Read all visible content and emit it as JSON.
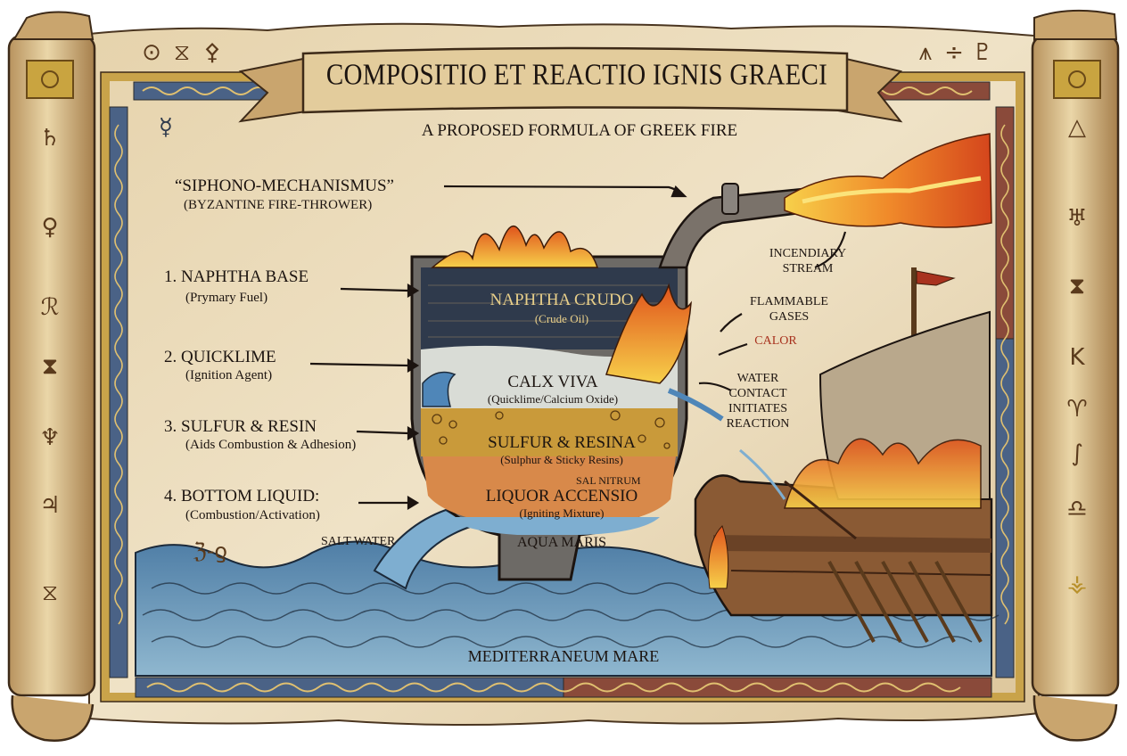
{
  "header": {
    "title": "COMPOSITIO ET REACTIO IGNIS GRAECI",
    "subtitle": "A PROPOSED FORMULA OF GREEK FIRE"
  },
  "siphon_label": {
    "main": "“SIPHONO-MECHANISMUS”",
    "sub": "(BYZANTINE FIRE-THROWER)"
  },
  "ingredients": [
    {
      "main": "1. NAPHTHA BASE",
      "sub": "(Prymary Fuel)"
    },
    {
      "main": "2. QUICKLIME",
      "sub": "(Ignition Agent)"
    },
    {
      "main": "3. SULFUR & RESIN",
      "sub": "(Aids Combustion & Adhesion)"
    },
    {
      "main": "4. BOTTOM LIQUID:",
      "sub": "(Combustion/Activation)"
    }
  ],
  "vessel_layers": [
    {
      "main": "NAPHTHA CRUDO",
      "sub": "(Crude Oil)",
      "color": "#2f3a4c"
    },
    {
      "main": "CALX VIVA",
      "sub": "(Quicklime/Calcium Oxide)",
      "color": "#d9dcd6"
    },
    {
      "main": "SULFUR & RESINA",
      "sub": "(Sulphur & Sticky Resins)",
      "color": "#c99a3a"
    },
    {
      "main": "LIQUOR ACCENSIO",
      "sub": "(Igniting Mixture)",
      "tag": "SAL NITRUM",
      "color": "#d8894a"
    },
    {
      "main": "AQUA MARIS",
      "color": "#7eaed0"
    }
  ],
  "annotations": {
    "incendiary_stream": [
      "INCENDIARY",
      "STREAM"
    ],
    "flammable_gases": [
      "FLAMMABLE",
      "GASES"
    ],
    "calor": "CALOR",
    "water_contact": [
      "WATER",
      "CONTACT",
      "INITIATES",
      "REACTION"
    ],
    "salt_water": "SALT WATER",
    "sea_name": "MEDITERRANEUM MARE"
  },
  "symbols": {
    "top_left": [
      "⊙",
      "⧖",
      "⚴"
    ],
    "top_right": [
      "⩚",
      "÷",
      "♇"
    ],
    "left_scroll": [
      "♄",
      "♀",
      "ℛ",
      "⧗",
      "♆",
      "♃",
      "⧖"
    ],
    "right_scroll": [
      "△",
      "♅",
      "⧗",
      "K",
      "♈",
      "∫",
      "♎",
      "⚶"
    ],
    "corner_left": "☿",
    "bottom_left_glyph": "ℨ-ƍ"
  },
  "colors": {
    "parchment": "#eadcbd",
    "scroll": "#d9bf8f",
    "border_blue": "#4a6286",
    "border_red": "#8a4a3a",
    "gold": "#c9a34a",
    "ink": "#1c1410",
    "calor_red": "#a8321e",
    "sea": "#5f8fb4"
  }
}
